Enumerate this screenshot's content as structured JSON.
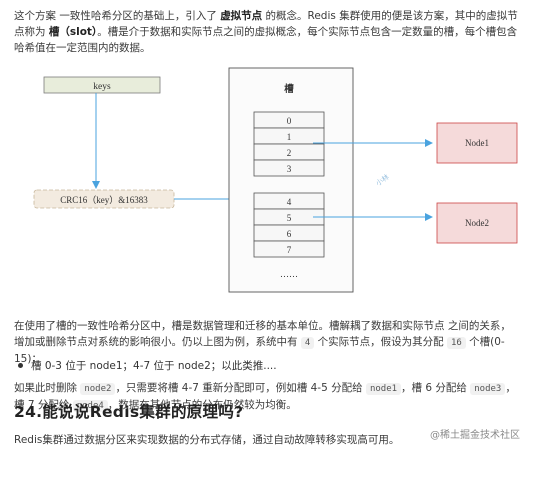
{
  "intro": {
    "part1": "这个方案 一致性哈希分区的基础上，引入了 ",
    "bold1": "虚拟节点",
    "part2": " 的概念。Redis 集群使用的便是该方案，其中的虚拟节点称为 ",
    "bold2": "槽（slot）",
    "part3": "。槽是介于数据和实际节点之间的虚拟概念，每个实际节点包含一定数量的槽，每个槽包含哈希值在一定范围内的数据。"
  },
  "diagram": {
    "keys_label": "keys",
    "crc_label": "CRC16（key）&16383",
    "slot_header": "槽",
    "slots_group1": [
      "0",
      "1",
      "2",
      "3"
    ],
    "slots_group2": [
      "4",
      "5",
      "6",
      "7"
    ],
    "ellipsis": "……",
    "node1": "Node1",
    "node2": "Node2",
    "watermark_small": "小林",
    "colors": {
      "line_blue": "#4aa3df",
      "keys_fill": "#e8eddb",
      "node_fill": "#f5dada",
      "node_stroke": "#c44",
      "slot_fill": "#f7f7f7"
    }
  },
  "para2": {
    "text": "在使用了槽的一致性哈希分区中，槽是数据管理和迁移的基本单位。槽解耦了数据和实际节点 之间的关系，增加或删除节点对系统的影响很小。仍以上图为例，系统中有 ",
    "code1": "4",
    "text2": " 个实际节点，假设为其分配 ",
    "code2": "16",
    "text3": " 个槽(0-15)；"
  },
  "bullet": "槽 0-3 位于 node1；4-7 位于 node2；以此类推....",
  "para3": {
    "t1": "如果此时删除 ",
    "c1": "node2",
    "t2": "，只需要将槽 4-7 重新分配即可，例如槽 4-5 分配给 ",
    "c2": "node1",
    "t3": "，槽 6 分配给 ",
    "c3": "node3",
    "t4": "，槽 7 分配给 ",
    "c4": "node4",
    "t5": "，数据在其他节点的分布仍然较为均衡。"
  },
  "heading": "24.能说说Redis集群的原理吗?",
  "para4": "Redis集群通过数据分区来实现数据的分布式存储，通过自动故障转移实现高可用。",
  "page_watermark": "@稀土掘金技术社区"
}
